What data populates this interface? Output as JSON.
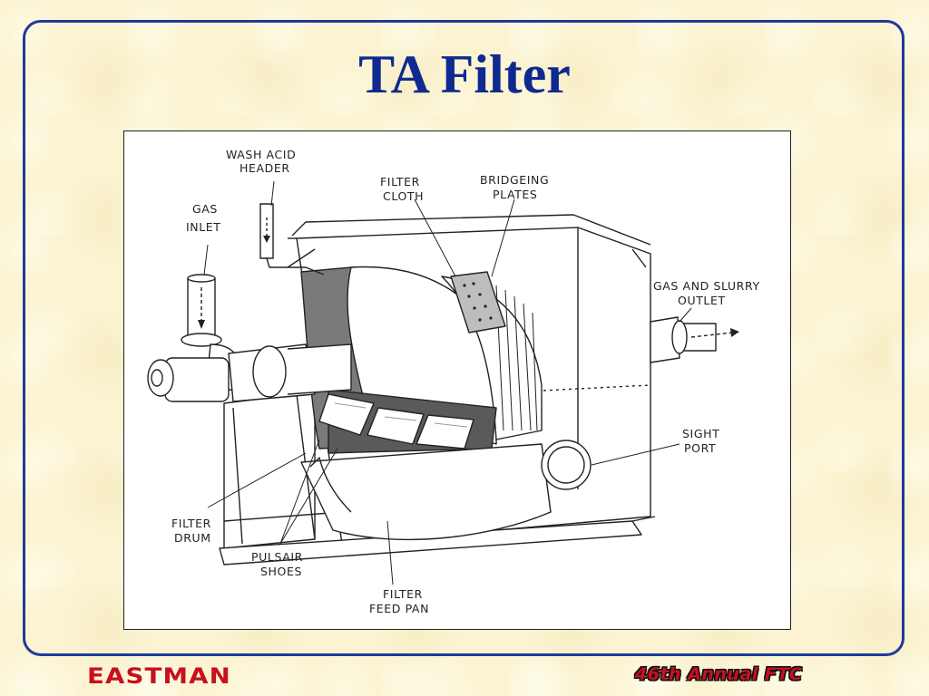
{
  "slide": {
    "title": "TA Filter",
    "logo": "EASTMAN",
    "footer": "46th Annual FTC"
  },
  "diagram": {
    "labels": {
      "wash_acid_header": [
        "WASH ACID",
        "HEADER"
      ],
      "gas_inlet": [
        "GAS",
        "INLET"
      ],
      "filter_cloth": [
        "FILTER",
        "CLOTH"
      ],
      "bridgeing_plates": [
        "BRIDGEING",
        "PLATES"
      ],
      "gas_slurry_outlet": [
        "GAS AND SLURRY",
        "OUTLET"
      ],
      "sight_port": [
        "SIGHT",
        "PORT"
      ],
      "filter_drum": [
        "FILTER",
        "DRUM"
      ],
      "pulsair_shoes": [
        "PULSAIR",
        "SHOES"
      ],
      "filter_feed_pan": [
        "FILTER",
        "FEED PAN"
      ]
    }
  },
  "colors": {
    "title": "#0e2a90",
    "frame": "#1f3a9a",
    "logo": "#c8101e",
    "background": "#fbf3d2"
  }
}
